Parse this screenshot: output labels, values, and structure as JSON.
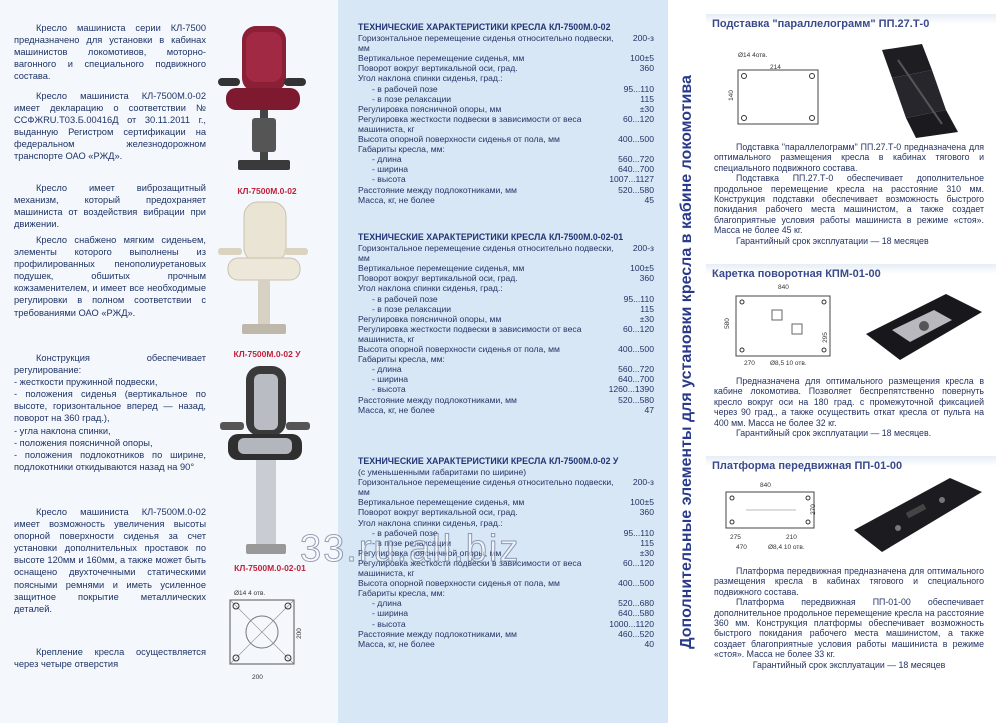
{
  "left": {
    "p1": "Кресло машиниста серии КЛ-7500 предназначено для установки в кабинах машинистов локомотивов, моторно-вагонного и специального подвижного состава.",
    "p2": "Кресло машиниста КЛ-7500М.0-02 имеет декларацию о соответствии № ССФЖRU.Т03.Б.00416Д от 30.11.2011 г., выданную Регистром сертификации на федеральном железнодорожном транспорте ОАО «РЖД».",
    "p3": "Кресло имеет виброзащитный механизм, который предохраняет машиниста от воздействия вибрации при движении.",
    "p4": "Кресло снабжено мягким сиденьем, элементы которого выполнены из профилированных пенополиуретановых подушек, обшитых прочным кожзаменителем, и имеет все необходимые регулировки в полном соответствии с требованиями ОАО «РЖД».",
    "p5_intro": "Конструкция обеспечивает регулирование:",
    "p5_items": [
      "- жесткости пружинной подвески,",
      "- положения сиденья (вертикальное по высоте, горизонтальное вперед — назад, поворот на 360 град.),",
      "- угла наклона спинки,",
      "- положения поясничной опоры,",
      "- положения подлокотников по ширине, подлокотники откидываются назад на 90°"
    ],
    "p6": "Кресло машиниста КЛ-7500М.0-02 имеет возможность увеличения высоты опорной поверхности сиденья за счет установки дополнительных проставок по высоте 120мм и 160мм, а также может быть оснащено двухточечными статическими поясными ремнями и иметь усиленное защитное покрытие металлических деталей.",
    "p7": "Крепление кресла осуществляется через четыре отверстия",
    "cap1": "КЛ-7500М.0-02",
    "cap2": "КЛ-7500М.0-02 У",
    "cap3": "КЛ-7500М.0-02-01",
    "base_hole": "Ø14 4 отв.",
    "base_w": "200",
    "base_h": "200"
  },
  "specs": [
    {
      "title": "ТЕХНИЧЕСКИЕ ХАРАКТЕРИСТИКИ КРЕСЛА КЛ-7500М.0-02",
      "subtitle": "",
      "rows": [
        {
          "l": "Горизонтальное перемещение сиденья относительно подвески, мм",
          "v": "200-з",
          "i": false
        },
        {
          "l": "Вертикальное перемещение сиденья, мм",
          "v": "100±5",
          "i": false
        },
        {
          "l": "Поворот вокруг вертикальной оси, град.",
          "v": "360",
          "i": false
        },
        {
          "l": "Угол наклона спинки сиденья, град.:",
          "v": "",
          "i": false
        },
        {
          "l": "- в рабочей позе",
          "v": "95...110",
          "i": true
        },
        {
          "l": "- в позе релаксации",
          "v": "115",
          "i": true
        },
        {
          "l": "Регулировка поясничной опоры, мм",
          "v": "±30",
          "i": false
        },
        {
          "l": "Регулировка жесткости подвески в зависимости от веса машиниста, кг",
          "v": "60...120",
          "i": false
        },
        {
          "l": "Высота опорной поверхности сиденья от пола, мм",
          "v": "400...500",
          "i": false
        },
        {
          "l": "Габариты кресла, мм:",
          "v": "",
          "i": false
        },
        {
          "l": "- длина",
          "v": "560...720",
          "i": true
        },
        {
          "l": "- ширина",
          "v": "640...700",
          "i": true
        },
        {
          "l": "- высота",
          "v": "1007...1127",
          "i": true
        },
        {
          "l": "Расстояние между подлокотниками, мм",
          "v": "520...580",
          "i": false
        },
        {
          "l": "Масса, кг, не более",
          "v": "45",
          "i": false
        }
      ]
    },
    {
      "title": "ТЕХНИЧЕСКИЕ ХАРАКТЕРИСТИКИ КРЕСЛА КЛ-7500М.0-02-01",
      "subtitle": "",
      "rows": [
        {
          "l": "Горизонтальное перемещение сиденья относительно подвески, мм",
          "v": "200-з",
          "i": false
        },
        {
          "l": "Вертикальное перемещение сиденья, мм",
          "v": "100±5",
          "i": false
        },
        {
          "l": "Поворот вокруг вертикальной оси, град.",
          "v": "360",
          "i": false
        },
        {
          "l": "Угол наклона спинки сиденья, град.:",
          "v": "",
          "i": false
        },
        {
          "l": "- в рабочей позе",
          "v": "95...110",
          "i": true
        },
        {
          "l": "- в позе релаксации",
          "v": "115",
          "i": true
        },
        {
          "l": "Регулировка поясничной опоры, мм",
          "v": "±30",
          "i": false
        },
        {
          "l": "Регулировка жесткости подвески в зависимости от веса машиниста, кг",
          "v": "60...120",
          "i": false
        },
        {
          "l": "Высота опорной поверхности сиденья от пола, мм",
          "v": "400...500",
          "i": false
        },
        {
          "l": "Габариты кресла, мм:",
          "v": "",
          "i": false
        },
        {
          "l": "- длина",
          "v": "560...720",
          "i": true
        },
        {
          "l": "- ширина",
          "v": "640...700",
          "i": true
        },
        {
          "l": "- высота",
          "v": "1260...1390",
          "i": true
        },
        {
          "l": "Расстояние между подлокотниками, мм",
          "v": "520...580",
          "i": false
        },
        {
          "l": "Масса, кг, не более",
          "v": "47",
          "i": false
        }
      ]
    },
    {
      "title": "ТЕХНИЧЕСКИЕ ХАРАКТЕРИСТИКИ КРЕСЛА КЛ-7500М.0-02 У",
      "subtitle": "(с уменьшенными габаритами по ширине)",
      "rows": [
        {
          "l": "Горизонтальное перемещение сиденья относительно подвески, мм",
          "v": "200-з",
          "i": false
        },
        {
          "l": "Вертикальное перемещение сиденья, мм",
          "v": "100±5",
          "i": false
        },
        {
          "l": "Поворот вокруг вертикальной оси, град.",
          "v": "360",
          "i": false
        },
        {
          "l": "Угол наклона спинки сиденья, град.:",
          "v": "",
          "i": false
        },
        {
          "l": "- в рабочей позе",
          "v": "95...110",
          "i": true
        },
        {
          "l": "- в позе релаксации",
          "v": "115",
          "i": true
        },
        {
          "l": "Регулировка поясничной опоры, мм",
          "v": "±30",
          "i": false
        },
        {
          "l": "Регулировка жесткости подвески в зависимости от веса машиниста, кг",
          "v": "60...120",
          "i": false
        },
        {
          "l": "Высота опорной поверхности сиденья от пола, мм",
          "v": "400...500",
          "i": false
        },
        {
          "l": "Габариты кресла, мм:",
          "v": "",
          "i": false
        },
        {
          "l": "- длина",
          "v": "520...680",
          "i": true
        },
        {
          "l": "- ширина",
          "v": "640...580",
          "i": true
        },
        {
          "l": "- высота",
          "v": "1000...1120",
          "i": true
        },
        {
          "l": "Расстояние между подлокотниками, мм",
          "v": "460...520",
          "i": false
        },
        {
          "l": "Масса, кг, не более",
          "v": "40",
          "i": false
        }
      ]
    }
  ],
  "vertical_title": "Дополнительные элементы для установки кресла в кабине локомотива",
  "right": {
    "s1_title": "Подставка \"параллелограмм\" ПП.27.Т-0",
    "s1_p1": "Подставка \"параллелограмм\" ПП.27.Т-0 предназначена для оптимального размещения кресла в кабинах тягового и специального подвижного состава.",
    "s1_p2": "Подставка ПП.27.Т-0 обеспечивает дополнительное продольное перемещение кресла на расстояние 310 мм. Конструкция подставки обеспечивает возможность быстрого покидания рабочего места машинистом, а также создает благоприятные условия работы машиниста в режиме «стоя». Масса не более 45 кг.",
    "s1_p3": "Гарантийный срок эксплуатации — 18 месяцев",
    "s1_d_w": "214",
    "s1_d_h": "140",
    "s1_d_hole": "Ø14 4отв.",
    "s2_title": "Каретка поворотная КПМ-01-00",
    "s2_p1": "Предназначена для оптимального размещения кресла в кабине локомотива. Позволяет беспрепятственно повернуть кресло вокруг оси на 180 град. с промежуточной фиксацией через 90 град., а также осуществить откат кресла от пульта на 400 мм. Масса не более 32 кг.",
    "s2_p2": "Гарантийный срок эксплуатации — 18 месяцев.",
    "s2_d_w": "840",
    "s2_d_h": "580",
    "s2_d_a": "270",
    "s2_d_b": "295",
    "s2_d_hole": "Ø8,5 10 отв.",
    "s3_title": "Платформа передвижная ПП-01-00",
    "s3_p1": "Платформа передвижная предназначена для оптимального размещения кресла в кабинах тягового и специального подвижного состава.",
    "s3_p2": "Платформа передвижная ПП-01-00 обеспечивает дополнительное продольное перемещение кресла на расстояние 360 мм. Конструкция платформы обеспечивает возможность быстрого покидания рабочего места машинистом, а также создает благоприятные условия работы машиниста в режиме «стоя». Масса не более 33 кг.",
    "s3_p3": "Гарантийный срок эксплуатации — 18 месяцев",
    "s3_d_w": "840",
    "s3_d_h": "270",
    "s3_d_a": "275",
    "s3_d_b": "210",
    "s3_d_c": "470",
    "s3_d_hole": "Ø8,4 10 отв."
  },
  "watermark": "33.ru.all.biz",
  "colors": {
    "caption": "#c0223b",
    "heading": "#223574",
    "mid_bg": "#d7e7f6"
  }
}
